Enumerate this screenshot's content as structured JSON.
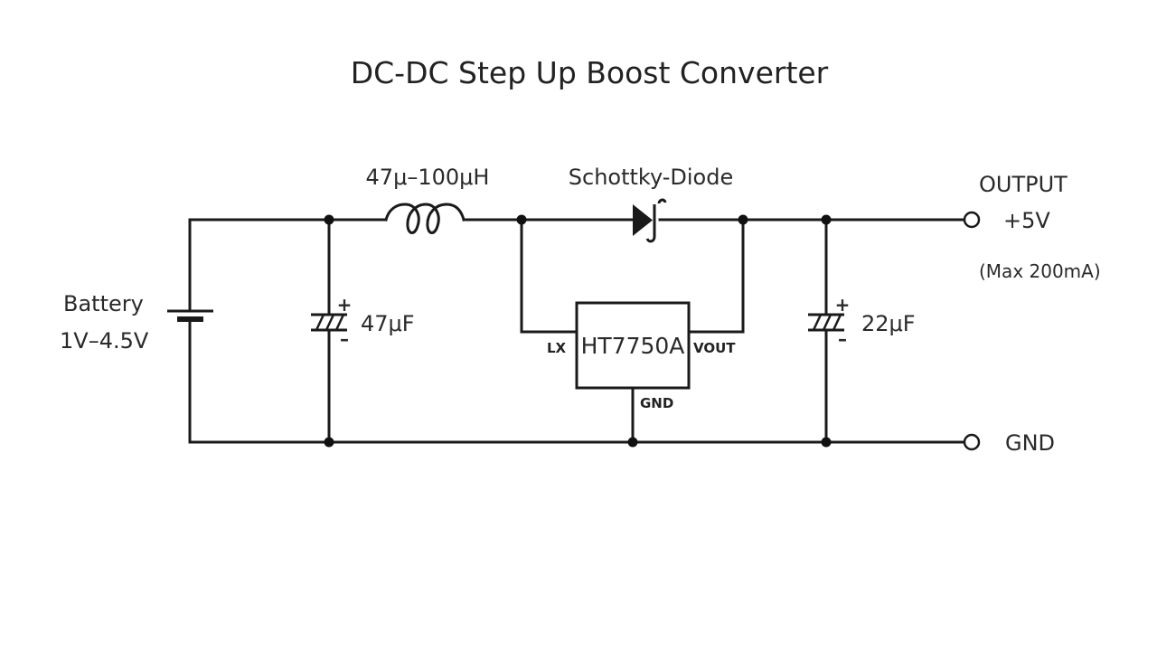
{
  "diagram": {
    "title": "DC-DC Step Up Boost Converter",
    "colors": {
      "background": "#ffffff",
      "wire": "#1a1a1a",
      "text": "#2a2a2a"
    },
    "components": {
      "battery": {
        "type": "battery",
        "label": "Battery",
        "value": "1V–4.5V"
      },
      "input_capacitor": {
        "type": "polarized-capacitor",
        "value": "47μF",
        "plus": "+",
        "minus": "–"
      },
      "inductor": {
        "type": "inductor",
        "value": "47μ–100μH"
      },
      "diode": {
        "type": "schottky-diode",
        "label": "Schottky-Diode"
      },
      "ic": {
        "type": "integrated-circuit",
        "part": "HT7750A",
        "pins": {
          "lx": "LX",
          "vout": "VOUT",
          "gnd": "GND"
        }
      },
      "output_capacitor": {
        "type": "polarized-capacitor",
        "value": "22μF",
        "plus": "+",
        "minus": "–"
      }
    },
    "terminals": {
      "output": {
        "heading": "OUTPUT",
        "voltage": "+5V",
        "note": "(Max 200mA)"
      },
      "ground": {
        "label": "GND"
      }
    }
  }
}
